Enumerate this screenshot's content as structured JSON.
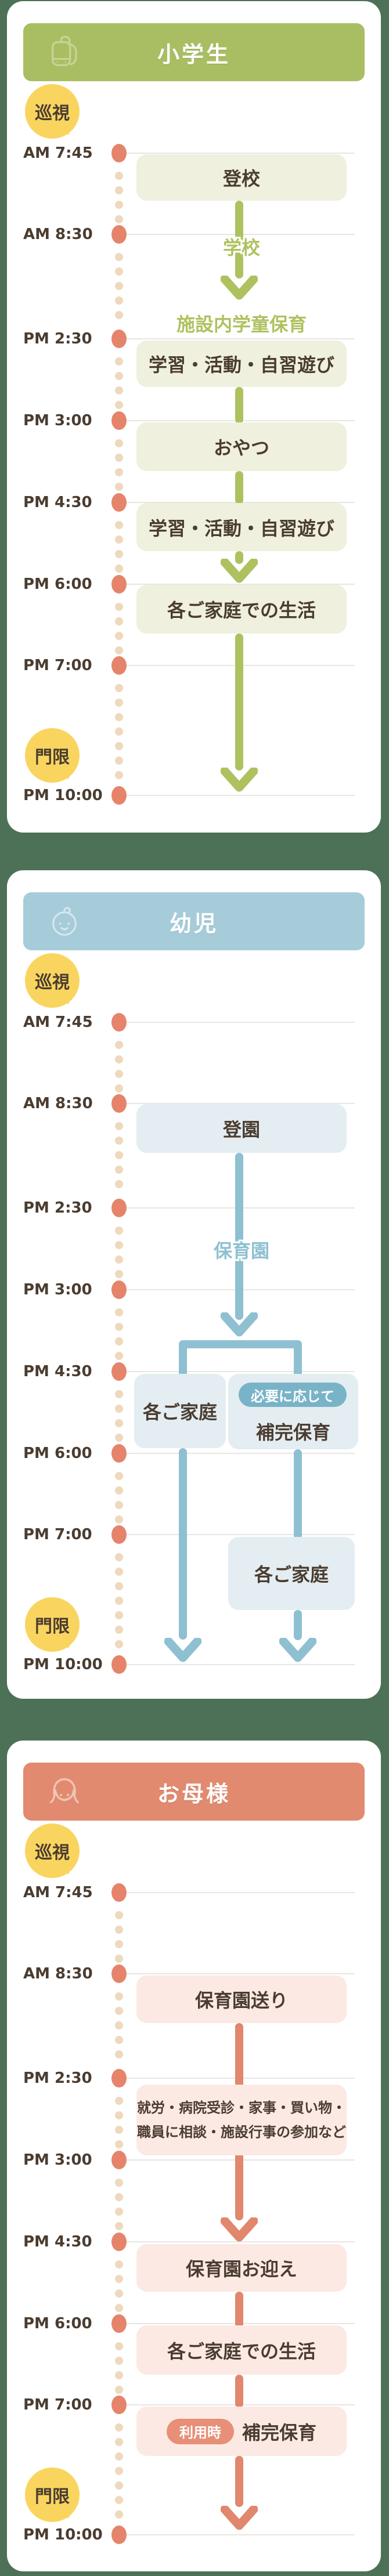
{
  "timeline": {
    "patrol_label": "巡視",
    "curfew_label": "門限",
    "times": [
      "AM 7:45",
      "AM 8:30",
      "PM 2:30",
      "PM 3:00",
      "PM 4:30",
      "PM 6:00",
      "PM 7:00",
      "PM 10:00"
    ]
  },
  "colors": {
    "background": "#4d7157",
    "card": "#ffffff",
    "bubble": "#f9d55f",
    "text_dark": "#4a3c30",
    "dot_large": "#e5846b",
    "dot_small": "#eed9bc",
    "row_line": "#e8e6e2",
    "elementary": {
      "header": "#a9be63",
      "box": "#eff0dd",
      "accent": "#adc25f",
      "badge": "#adc25f",
      "icon": "#c6d494"
    },
    "toddler": {
      "header": "#a6ccd9",
      "box": "#e4edf1",
      "accent": "#8ec0d1",
      "badge": "#79b3c8",
      "icon": "#d2e6ee"
    },
    "mother": {
      "header": "#e28a70",
      "box": "#fce9e4",
      "accent": "#e0876d",
      "badge": "#e78f77",
      "icon": "#f0c7b6"
    }
  },
  "sections": [
    {
      "title": "小学生",
      "icon": "backpack-icon",
      "flow": {
        "arrive": "登校",
        "school_label": "学校",
        "care_label": "施設内学童保育",
        "study1": "学習・活動・自習遊び",
        "snack": "おやつ",
        "study2": "学習・活動・自習遊び",
        "home_life": "各ご家庭での生活"
      }
    },
    {
      "title": "幼児",
      "icon": "baby-icon",
      "flow": {
        "arrive": "登園",
        "nursery_label": "保育園",
        "home": "各ご家庭",
        "badge": "必要に応じて",
        "supplement": "補完保育",
        "home2": "各ご家庭"
      }
    },
    {
      "title": "お母様",
      "icon": "mother-icon",
      "flow": {
        "send": "保育園送り",
        "tasks_line1": "就労・病院受診・家事・買い物・",
        "tasks_line2": "職員に相談・施設行事の参加など",
        "pickup": "保育園お迎え",
        "home_life": "各ご家庭での生活",
        "badge": "利用時",
        "supplement": "補完保育"
      }
    }
  ]
}
